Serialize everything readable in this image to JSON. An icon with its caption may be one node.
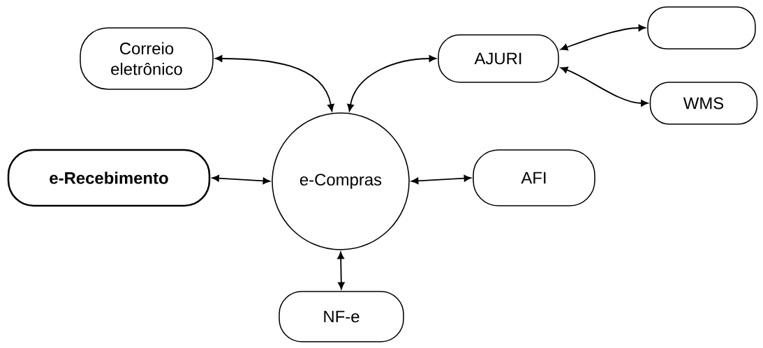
{
  "diagram": {
    "nodes": [
      {
        "text": [
          "Correio eletrônico"
        ]
      },
      {
        "text": [
          "AJURI"
        ]
      },
      {
        "text": [],
        "shape": "box"
      },
      {
        "text": [
          "WMS"
        ]
      },
      {
        "text": [
          "e-Recebimento"
        ]
      },
      {
        "text": [
          "e-Compras"
        ]
      },
      {
        "text": [
          "AFI"
        ]
      },
      {
        "text": [
          "NF-e"
        ]
      }
    ],
    "edges": [
      {
        "from": 5,
        "to": 0,
        "arrow": "both"
      },
      {
        "from": 5,
        "to": 1,
        "arrow": "both"
      },
      {
        "from": 1,
        "to": 2,
        "arrow": "both"
      },
      {
        "from": 1,
        "to": 3,
        "arrow": "both"
      },
      {
        "from": 4,
        "to": 5,
        "arrow": "both"
      },
      {
        "from": 5,
        "to": 6,
        "arrow": "both"
      },
      {
        "from": 5,
        "to": 7,
        "arrow": "both"
      }
    ]
  }
}
